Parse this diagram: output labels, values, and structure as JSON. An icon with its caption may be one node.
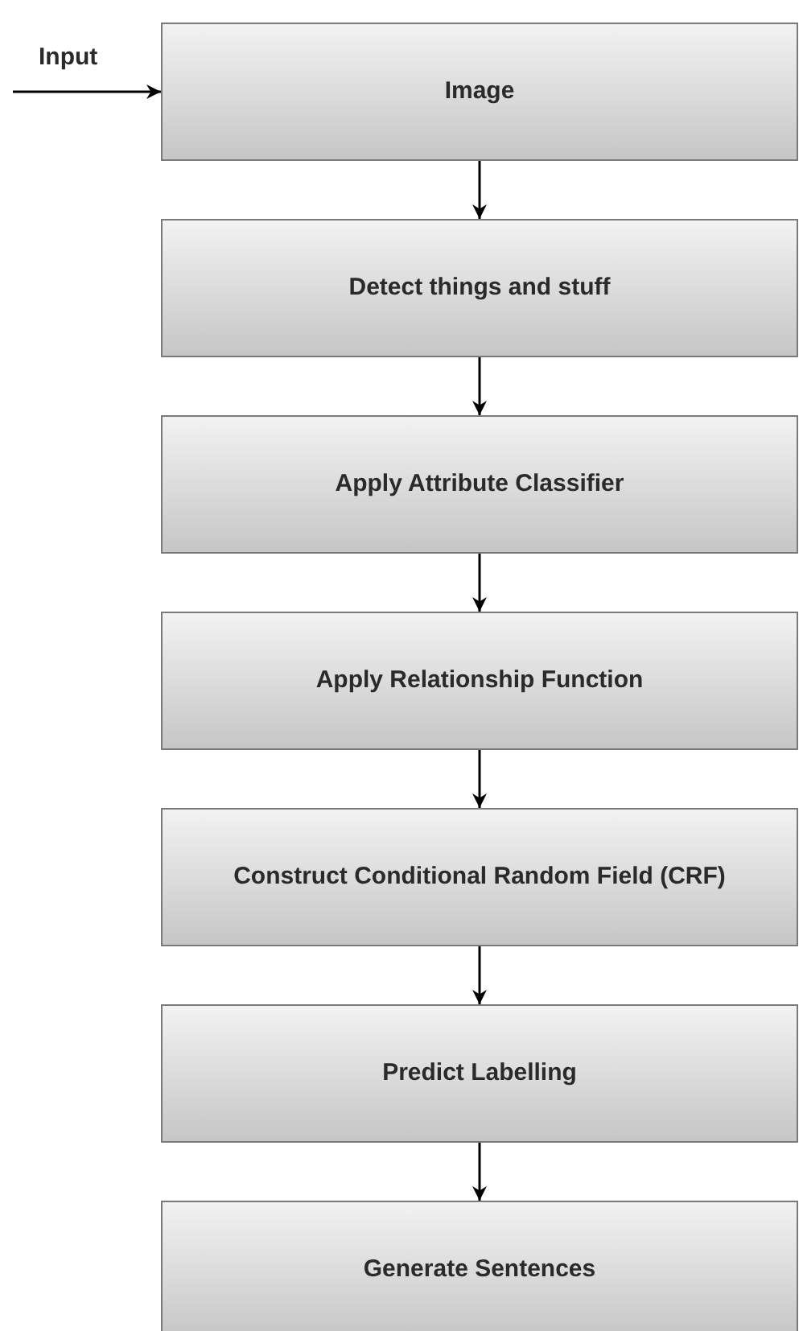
{
  "diagram": {
    "nodes": [
      {
        "text": [
          "Image"
        ]
      },
      {
        "text": [
          "Detect things and stuff"
        ]
      },
      {
        "text": [
          "Apply Attribute Classifier"
        ]
      },
      {
        "text": [
          "Apply Relationship Function"
        ]
      },
      {
        "text": [
          "Construct Conditional Random Field (CRF)"
        ]
      },
      {
        "text": [
          "Predict Labelling"
        ]
      },
      {
        "text": [
          "Generate Sentences"
        ]
      }
    ],
    "edges": [
      {
        "from": null,
        "to": 0,
        "arrow": "to",
        "label": "Input"
      },
      {
        "from": 0,
        "to": 1,
        "arrow": "to"
      },
      {
        "from": 1,
        "to": 2,
        "arrow": "to"
      },
      {
        "from": 2,
        "to": 3,
        "arrow": "to"
      },
      {
        "from": 3,
        "to": 4,
        "arrow": "to"
      },
      {
        "from": 4,
        "to": 5,
        "arrow": "to"
      },
      {
        "from": 5,
        "to": 6,
        "arrow": "to"
      }
    ]
  }
}
